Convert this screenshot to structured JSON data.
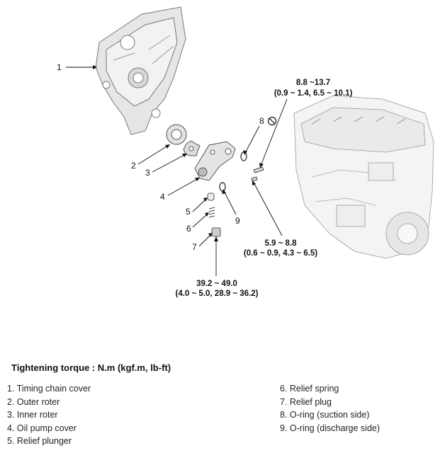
{
  "callouts": [
    "1",
    "2",
    "3",
    "4",
    "5",
    "6",
    "7",
    "8",
    "9"
  ],
  "torque_specs": {
    "bolt_upper": {
      "line1": "8.8 ~13.7",
      "line2": "(0.9 ~ 1.4, 6.5 ~ 10.1)"
    },
    "bolt_lower": {
      "line1": "5.9 ~ 8.8",
      "line2": "(0.6 ~ 0.9, 4.3 ~ 6.5)"
    },
    "relief_plug": {
      "line1": "39.2 ~ 49.0",
      "line2": "(4.0 ~ 5.0, 28.9 ~ 36.2)"
    }
  },
  "legend": {
    "title": "Tightening torque : N.m (kgf.m, lb-ft)",
    "left": [
      "1. Timing chain cover",
      "2. Outer roter",
      "3. Inner roter",
      "4. Oil pump cover",
      "5. Relief plunger"
    ],
    "right": [
      "6. Relief spring",
      "7. Relief plug",
      "8. O-ring (suction side)",
      "9. O-ring (discharge side)"
    ]
  },
  "icons": {
    "reuse_prohibited": "no-reuse-circle-icon"
  }
}
